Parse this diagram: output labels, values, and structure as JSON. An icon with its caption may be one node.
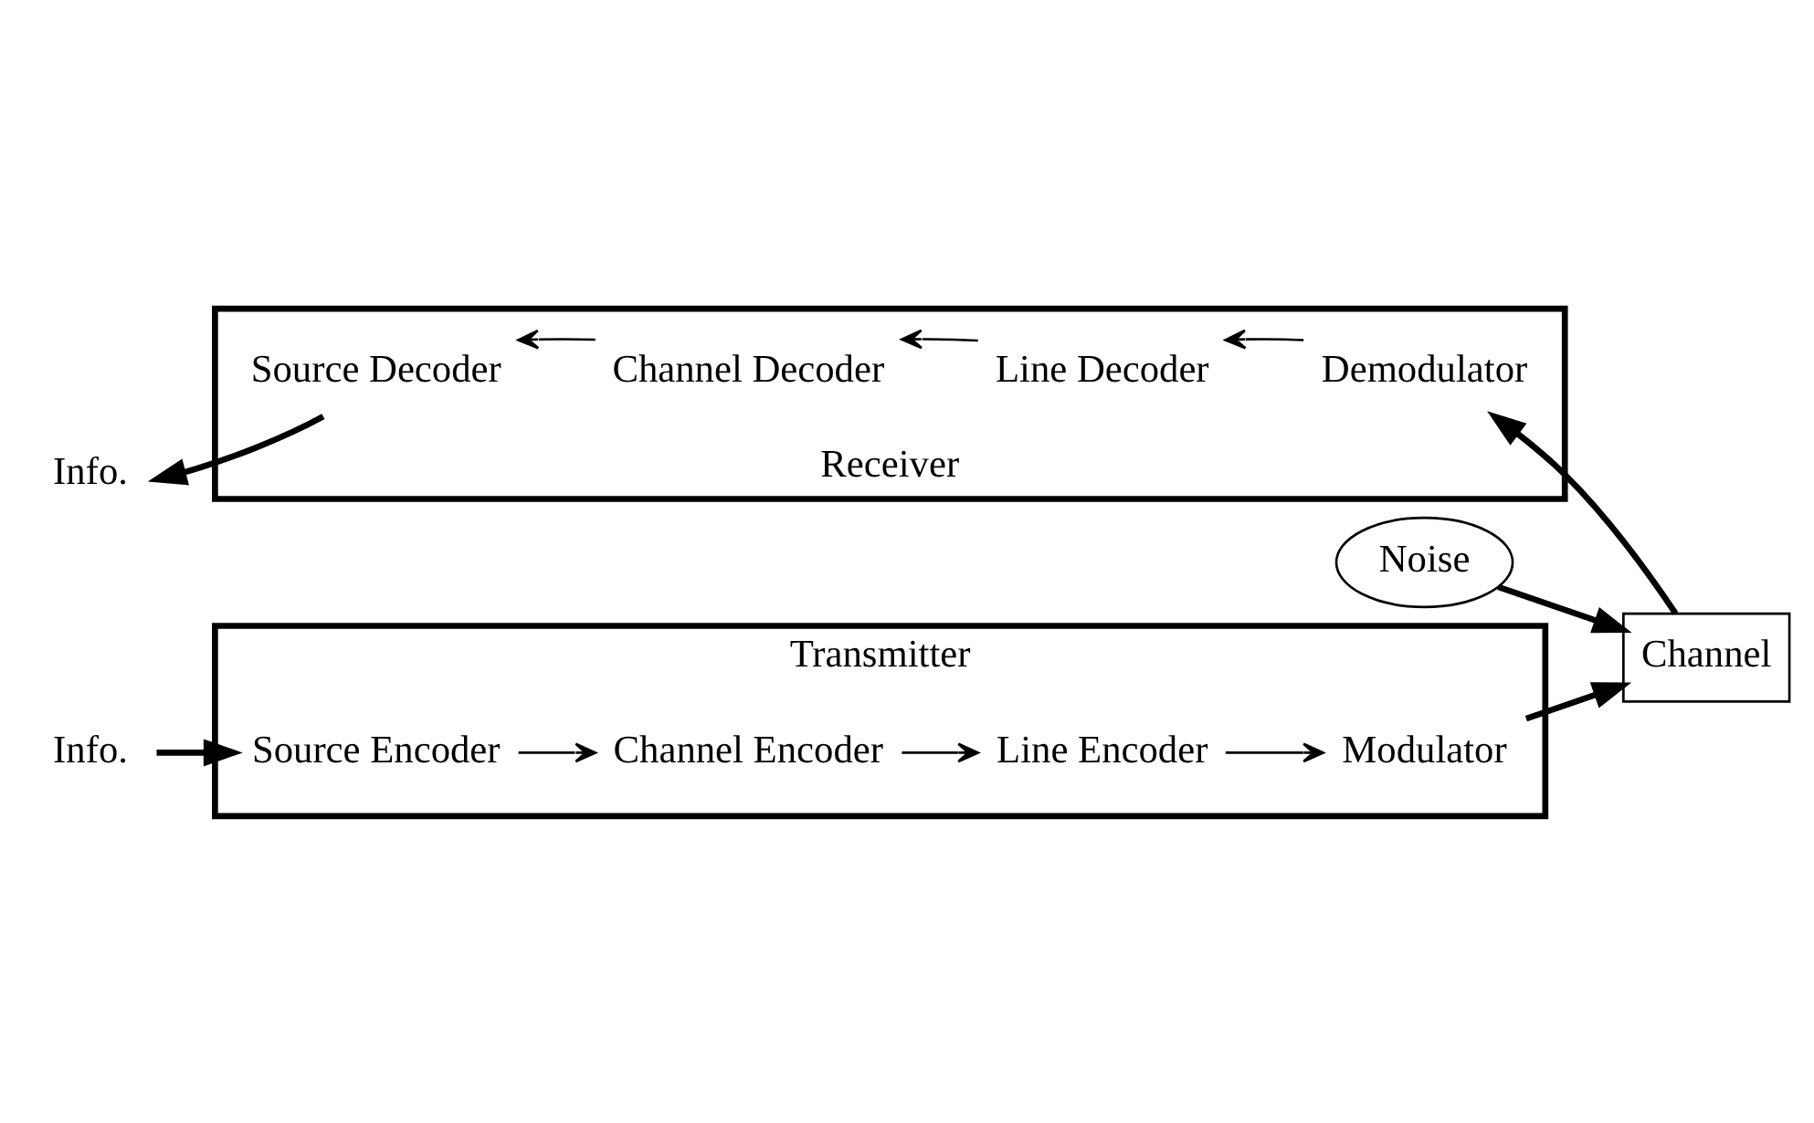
{
  "diagram": {
    "nodes": [
      {
        "text": [
          "Transmitter"
        ]
      },
      {
        "text": [
          "Source Encoder"
        ],
        "in": 0
      },
      {
        "text": [
          "Channel Encoder"
        ],
        "in": 0
      },
      {
        "text": [
          "Line Encoder"
        ],
        "in": 0
      },
      {
        "text": [
          "Modulator"
        ],
        "in": 0
      },
      {
        "text": [
          "Channel"
        ]
      },
      {
        "text": [
          "Noise"
        ]
      },
      {
        "text": [
          "Receiver"
        ]
      },
      {
        "text": [
          "Demodulator"
        ],
        "in": 7
      },
      {
        "text": [
          "Line Decoder"
        ],
        "in": 7
      },
      {
        "text": [
          "Channel Decoder"
        ],
        "in": 7
      },
      {
        "text": [
          "Source Decoder"
        ],
        "in": 7
      },
      {
        "text": [
          "Info."
        ]
      },
      {
        "text": [
          "Info."
        ]
      }
    ],
    "edges": [
      {
        "from": 12,
        "to": 1,
        "arrow": "to",
        "style": "thick"
      },
      {
        "from": 1,
        "to": 2,
        "arrow": "to"
      },
      {
        "from": 2,
        "to": 3,
        "arrow": "to"
      },
      {
        "from": 3,
        "to": 4,
        "arrow": "to"
      },
      {
        "from": 4,
        "to": 5,
        "arrow": "to",
        "style": "thick"
      },
      {
        "from": 6,
        "to": 5,
        "arrow": "to",
        "style": "thick"
      },
      {
        "from": 5,
        "to": 8,
        "arrow": "to",
        "style": "thick"
      },
      {
        "from": 8,
        "to": 9,
        "arrow": "to"
      },
      {
        "from": 9,
        "to": 10,
        "arrow": "to"
      },
      {
        "from": 10,
        "to": 11,
        "arrow": "to"
      },
      {
        "from": 11,
        "to": 13,
        "arrow": "to",
        "style": "thick"
      }
    ]
  }
}
